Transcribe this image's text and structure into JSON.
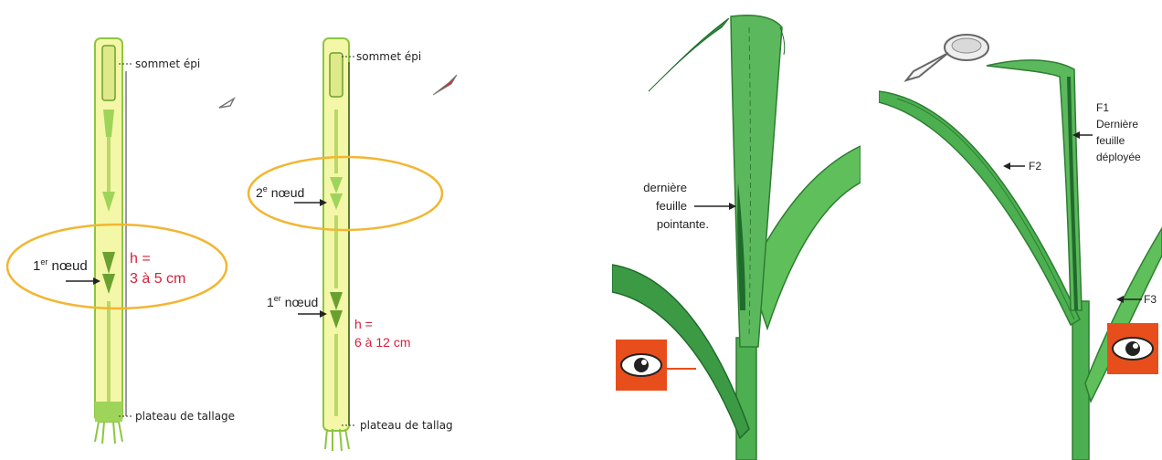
{
  "panel1": {
    "top_label": "sommet épi",
    "node_label_num": "1",
    "node_label_sup": "er",
    "node_label_word": " nœud",
    "height_line1": "h =",
    "height_line2": "3 à 5 cm",
    "bottom_label": "plateau de tallage"
  },
  "panel2": {
    "top_label": "sommet épi",
    "node2_num": "2",
    "node2_sup": "e",
    "node2_word": " nœud",
    "node1_num": "1",
    "node1_sup": "er",
    "node1_word": " nœud",
    "height_line1": "h =",
    "height_line2": "6 à 12 cm",
    "bottom_label": "plateau de tallag"
  },
  "panel3": {
    "leaf_label_line1": "dernière",
    "leaf_label_line2": "feuille",
    "leaf_label_line3": "pointante."
  },
  "panel4": {
    "f1_label": "F1",
    "f1_line2": "Dernière",
    "f1_line3": "feuille",
    "f1_line4": "déployée",
    "f2_label": "F2",
    "f3_label": "F3"
  },
  "colors": {
    "highlight_ellipse": "#f2b632",
    "height_text": "#d6203a",
    "stem_light": "#f4f7a8",
    "stem_green": "#8cc63f",
    "leaf_dark": "#2e8b3a",
    "leaf_mid": "#4caf50",
    "eye_box": "#e84e1b"
  },
  "icons": [
    "eye-icon",
    "magnifier-icon",
    "scissors-icon"
  ]
}
